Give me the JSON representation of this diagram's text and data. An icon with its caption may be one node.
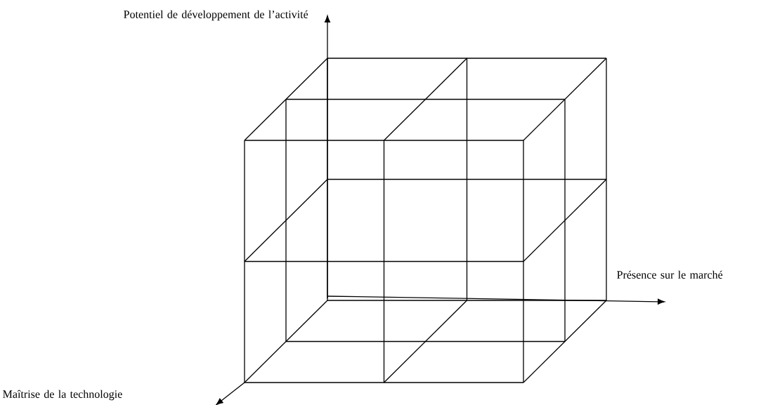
{
  "diagram": {
    "labels": [
      "Potentiel de développement de l’activité",
      "Présence sur le marché",
      "Maîtrise de la technologie"
    ]
  }
}
